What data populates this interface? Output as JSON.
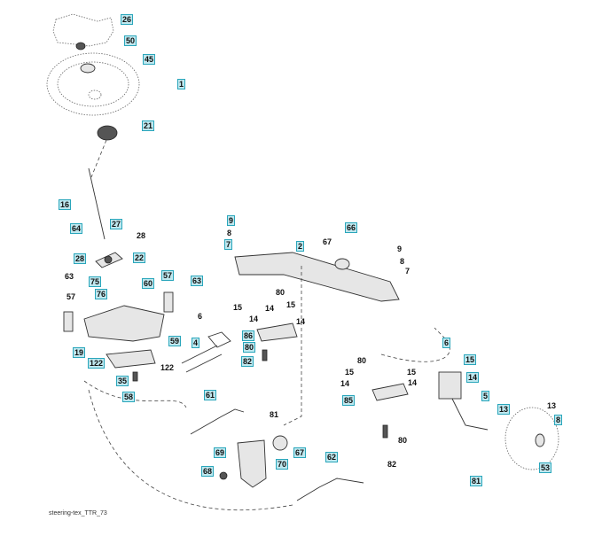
{
  "diagram": {
    "title": "steering-tex_TTR_73",
    "callouts": [
      {
        "id": "c26",
        "label": "26",
        "boxed": true
      },
      {
        "id": "c50",
        "label": "50",
        "boxed": true
      },
      {
        "id": "c45",
        "label": "45",
        "boxed": true
      },
      {
        "id": "c1",
        "label": "1",
        "boxed": true
      },
      {
        "id": "c21",
        "label": "21",
        "boxed": true
      },
      {
        "id": "c16",
        "label": "16",
        "boxed": true
      },
      {
        "id": "c27",
        "label": "27",
        "boxed": true
      },
      {
        "id": "c28a",
        "label": "28",
        "boxed": false
      },
      {
        "id": "c64",
        "label": "64",
        "boxed": true
      },
      {
        "id": "c28b",
        "label": "28",
        "boxed": true
      },
      {
        "id": "c22",
        "label": "22",
        "boxed": true
      },
      {
        "id": "c63a",
        "label": "63",
        "boxed": false
      },
      {
        "id": "c57a",
        "label": "57",
        "boxed": false
      },
      {
        "id": "c75",
        "label": "75",
        "boxed": true
      },
      {
        "id": "c76",
        "label": "76",
        "boxed": true
      },
      {
        "id": "c60",
        "label": "60",
        "boxed": true
      },
      {
        "id": "c57b",
        "label": "57",
        "boxed": true
      },
      {
        "id": "c63b",
        "label": "63",
        "boxed": true
      },
      {
        "id": "c19",
        "label": "19",
        "boxed": true
      },
      {
        "id": "c59",
        "label": "59",
        "boxed": true
      },
      {
        "id": "c122a",
        "label": "122",
        "boxed": true
      },
      {
        "id": "c122b",
        "label": "122",
        "boxed": false
      },
      {
        "id": "c35",
        "label": "35",
        "boxed": true
      },
      {
        "id": "c58",
        "label": "58",
        "boxed": true
      },
      {
        "id": "c9a",
        "label": "9",
        "boxed": true
      },
      {
        "id": "c8a",
        "label": "8",
        "boxed": false
      },
      {
        "id": "c7a",
        "label": "7",
        "boxed": true
      },
      {
        "id": "c2",
        "label": "2",
        "boxed": true
      },
      {
        "id": "c66",
        "label": "66",
        "boxed": true
      },
      {
        "id": "c67a",
        "label": "67",
        "boxed": false
      },
      {
        "id": "c9b",
        "label": "9",
        "boxed": false
      },
      {
        "id": "c8b",
        "label": "8",
        "boxed": false
      },
      {
        "id": "c7b",
        "label": "7",
        "boxed": false
      },
      {
        "id": "c80a",
        "label": "80",
        "boxed": false
      },
      {
        "id": "c6a",
        "label": "6",
        "boxed": false
      },
      {
        "id": "c15a",
        "label": "15",
        "boxed": false
      },
      {
        "id": "c14a",
        "label": "14",
        "boxed": false
      },
      {
        "id": "c14b",
        "label": "14",
        "boxed": false
      },
      {
        "id": "c15b",
        "label": "15",
        "boxed": false
      },
      {
        "id": "c14c",
        "label": "14",
        "boxed": false
      },
      {
        "id": "c4",
        "label": "4",
        "boxed": true
      },
      {
        "id": "c86",
        "label": "86",
        "boxed": true
      },
      {
        "id": "c80b",
        "label": "80",
        "boxed": true
      },
      {
        "id": "c82a",
        "label": "82",
        "boxed": true
      },
      {
        "id": "c81a",
        "label": "81",
        "boxed": false
      },
      {
        "id": "c61",
        "label": "61",
        "boxed": true
      },
      {
        "id": "c80c",
        "label": "80",
        "boxed": false
      },
      {
        "id": "c15c",
        "label": "15",
        "boxed": false
      },
      {
        "id": "c14d",
        "label": "14",
        "boxed": false
      },
      {
        "id": "c15d",
        "label": "15",
        "boxed": false
      },
      {
        "id": "c14e",
        "label": "14",
        "boxed": false
      },
      {
        "id": "c85",
        "label": "85",
        "boxed": true
      },
      {
        "id": "c80d",
        "label": "80",
        "boxed": false
      },
      {
        "id": "c82b",
        "label": "82",
        "boxed": false
      },
      {
        "id": "c6b",
        "label": "6",
        "boxed": true
      },
      {
        "id": "c15e",
        "label": "15",
        "boxed": true
      },
      {
        "id": "c14f",
        "label": "14",
        "boxed": true
      },
      {
        "id": "c5",
        "label": "5",
        "boxed": true
      },
      {
        "id": "c13a",
        "label": "13",
        "boxed": true
      },
      {
        "id": "c13b",
        "label": "13",
        "boxed": false
      },
      {
        "id": "c8c",
        "label": "8",
        "boxed": true
      },
      {
        "id": "c53",
        "label": "53",
        "boxed": true
      },
      {
        "id": "c81b",
        "label": "81",
        "boxed": true
      },
      {
        "id": "c62",
        "label": "62",
        "boxed": true
      },
      {
        "id": "c67b",
        "label": "67",
        "boxed": true
      },
      {
        "id": "c70",
        "label": "70",
        "boxed": true
      },
      {
        "id": "c69",
        "label": "69",
        "boxed": true
      },
      {
        "id": "c68",
        "label": "68",
        "boxed": true
      }
    ]
  }
}
